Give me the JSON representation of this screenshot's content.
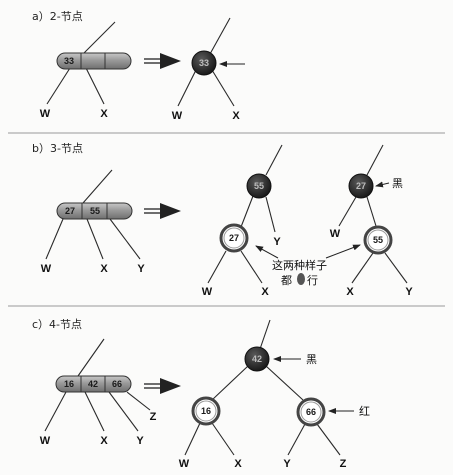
{
  "sections": {
    "a": {
      "title": "a）2-节点",
      "multi_keys": [
        "33"
      ],
      "tree_key": "33",
      "leaves": [
        "W",
        "X"
      ]
    },
    "b": {
      "title": "b）3-节点",
      "multi_keys": [
        "27",
        "55"
      ],
      "leaves": [
        "W",
        "X",
        "Y"
      ],
      "left_tree": {
        "root": "55",
        "child": "27",
        "leaves": [
          "W",
          "X",
          "Y"
        ]
      },
      "right_tree": {
        "root": "27",
        "child": "55",
        "leaves": [
          "W",
          "X",
          "Y"
        ]
      },
      "label_black": "黑",
      "caption_line1": "这两种样子",
      "caption_line2": "都",
      "caption_line3": "行"
    },
    "c": {
      "title": "c）4-节点",
      "multi_keys": [
        "16",
        "42",
        "66"
      ],
      "leaves": [
        "W",
        "X",
        "Y",
        "Z"
      ],
      "tree": {
        "root": "42",
        "left": "16",
        "right": "66",
        "leaves": [
          "W",
          "X",
          "Y",
          "Z"
        ]
      },
      "label_black": "黑",
      "label_red": "红"
    }
  },
  "colors": {
    "black_node": "#1c1c1c",
    "red_node_ring": "#444444",
    "multi_node_fill": "#8c8c8c"
  }
}
